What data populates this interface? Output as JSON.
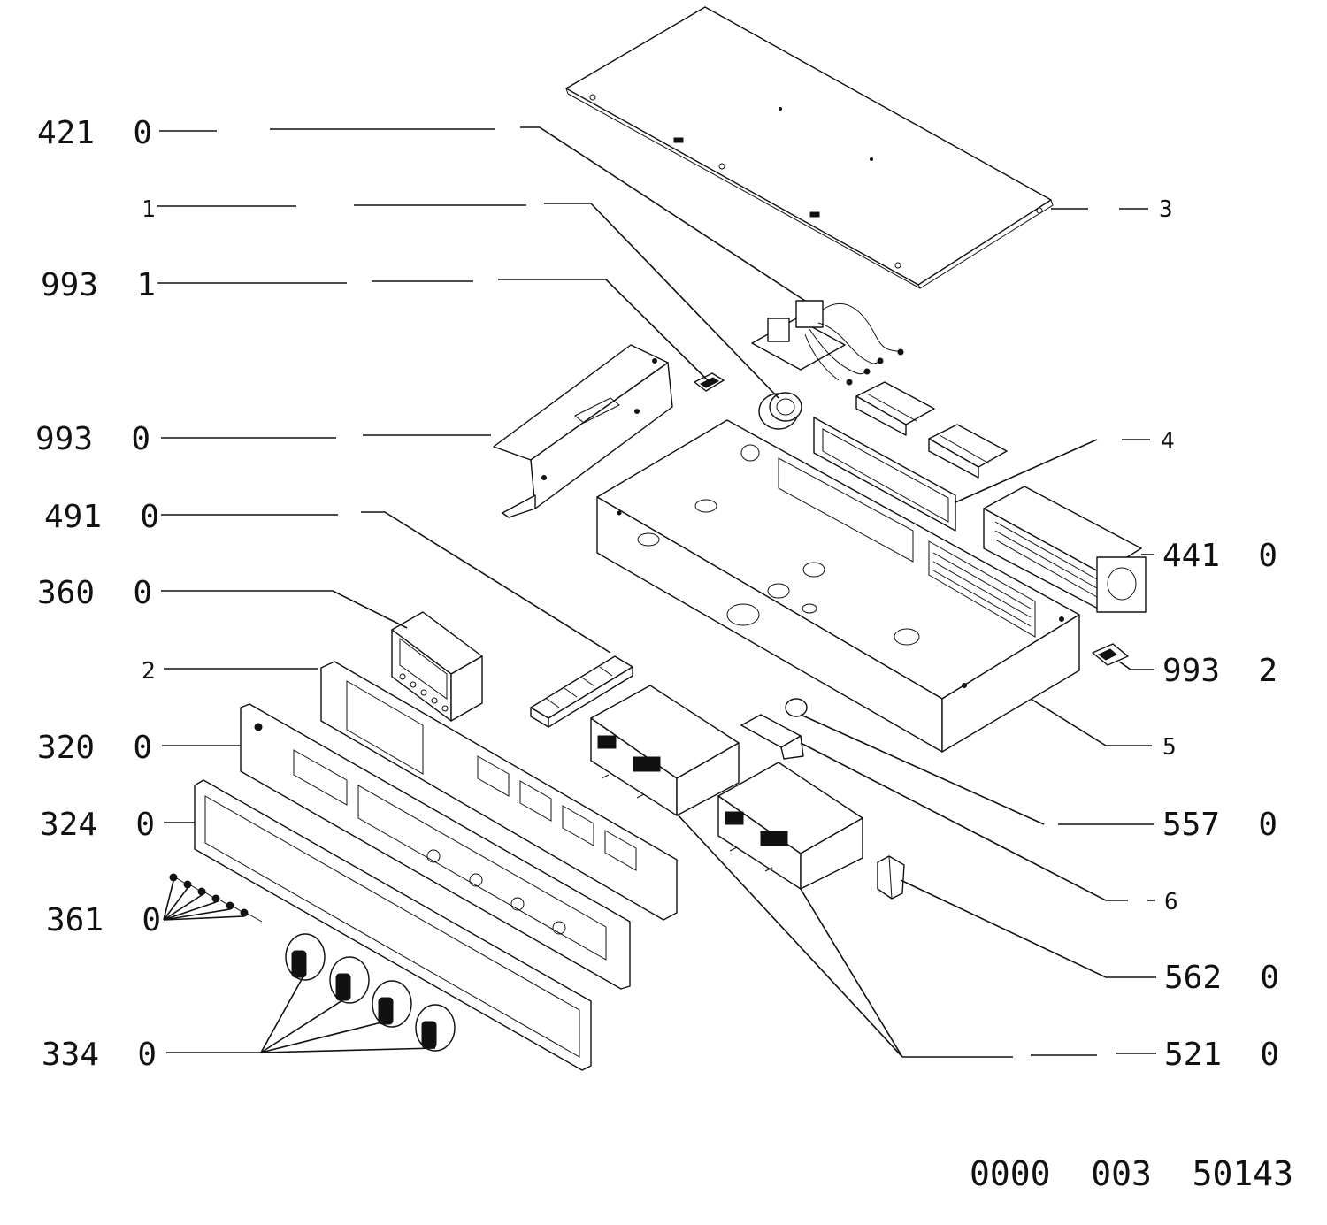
{
  "labels": {
    "l4210": "421  0",
    "l1": "1",
    "l9931": "993  1",
    "l9930": "993  0",
    "l4910": "491  0",
    "l3600": "360  0",
    "l2": "2",
    "l3200": "320  0",
    "l3240": "324  0",
    "l3610": "361  0",
    "l3340": "334  0",
    "l3": "3",
    "l4": "4",
    "l4410": "441  0",
    "l9932": "993  2",
    "l5": "5",
    "l5570": "557  0",
    "l6": "6",
    "l5620": "562  0",
    "l5210": "521  0"
  },
  "doc_code": "0000  003  50143"
}
